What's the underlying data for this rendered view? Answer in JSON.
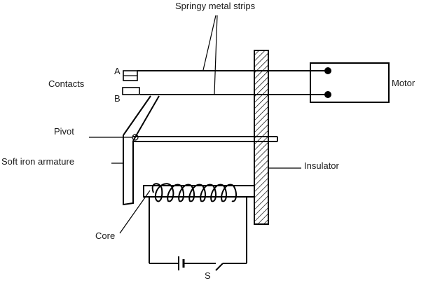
{
  "labels": {
    "springy_strips": "Springy metal strips",
    "contacts": "Contacts",
    "contact_a": "A",
    "contact_b": "B",
    "motor": "Motor",
    "pivot": "Pivot",
    "armature": "Soft iron armature",
    "insulator": "Insulator",
    "core": "Core",
    "switch": "S"
  },
  "colors": {
    "stroke": "#000000",
    "text": "#1a1a1a",
    "background": "#ffffff"
  }
}
